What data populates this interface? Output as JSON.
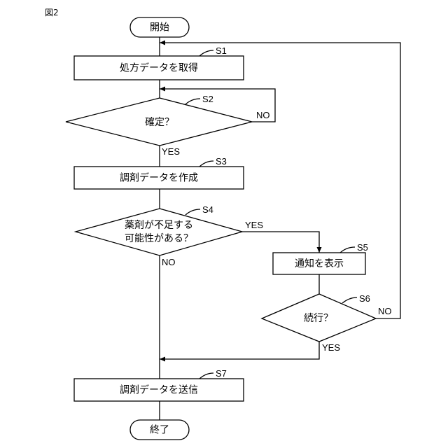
{
  "figure_label": "図2",
  "nodes": {
    "start": "開始",
    "s1": "処方データを取得",
    "s2": "確定？",
    "s3": "調剤データを作成",
    "s4_line1": "薬剤が不足する",
    "s4_line2": "可能性がある？",
    "s5": "通知を表示",
    "s6": "続行？",
    "s7": "調剤データを送信",
    "end": "終了"
  },
  "steps": {
    "s1": "S1",
    "s2": "S2",
    "s3": "S3",
    "s4": "S4",
    "s5": "S5",
    "s6": "S6",
    "s7": "S7"
  },
  "branches": {
    "s2_yes": "YES",
    "s2_no": "NO",
    "s4_yes": "YES",
    "s4_no": "NO",
    "s6_yes": "YES",
    "s6_no": "NO"
  }
}
